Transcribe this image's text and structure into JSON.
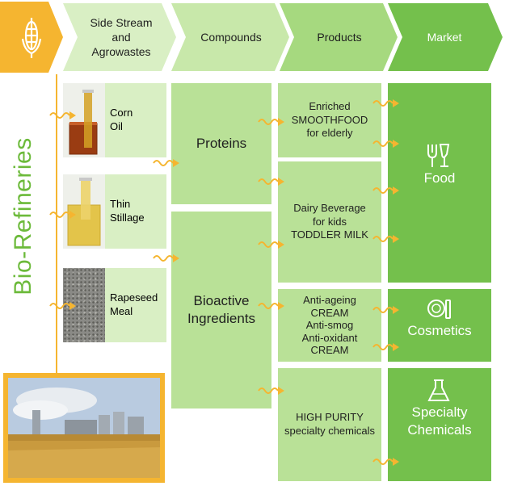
{
  "header": {
    "steps": [
      {
        "label": "Side Stream\nand\nAgrowastes"
      },
      {
        "label": "Compounds"
      },
      {
        "label": "Products"
      },
      {
        "label": "Market"
      }
    ]
  },
  "side_title": "Bio-Refineries",
  "sources": [
    {
      "label": "Corn\nOil"
    },
    {
      "label": "Thin\nStillage"
    },
    {
      "label": "Rapeseed\nMeal"
    }
  ],
  "compounds": [
    {
      "label": "Proteins"
    },
    {
      "label": "Bioactive\nIngredients"
    }
  ],
  "products": [
    {
      "label": "Enriched\nSMOOTHFOOD\nfor elderly"
    },
    {
      "label": "Dairy Beverage\nfor kids\nTODDLER MILK"
    },
    {
      "label": "Anti-ageing\nCREAM\nAnti-smog\nAnti-oxidant\nCREAM"
    },
    {
      "label": "HIGH PURITY\nspecialty chemicals"
    }
  ],
  "markets": [
    {
      "label": "Food",
      "icon": "fork-glass-icon"
    },
    {
      "label": "Cosmetics",
      "icon": "cosmetics-icon"
    },
    {
      "label": "Specialty\nChemicals",
      "icon": "flask-icon"
    }
  ],
  "colors": {
    "orange": "#f5b530",
    "light_green": "#d9efc4",
    "mid_green": "#b9e197",
    "dark_green": "#74c04c",
    "title_green": "#6cba3a"
  }
}
